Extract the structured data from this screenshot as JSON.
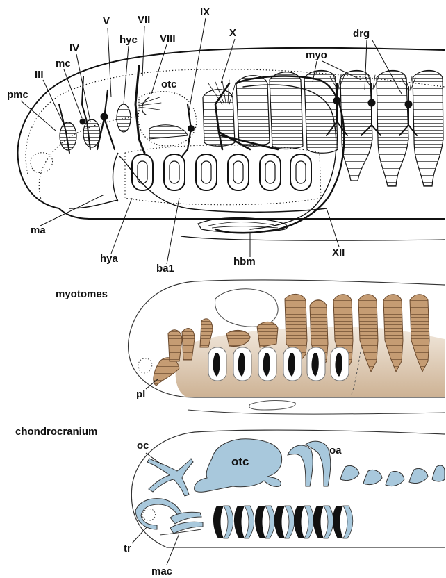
{
  "top_panel": {
    "labels": {
      "III": "III",
      "IV": "IV",
      "V": "V",
      "VII": "VII",
      "VIII": "VIII",
      "IX": "IX",
      "X": "X",
      "pmc": "pmc",
      "mc": "mc",
      "hyc": "hyc",
      "otc": "otc",
      "myo": "myo",
      "drg": "drg",
      "ma": "ma",
      "hya": "hya",
      "ba1": "ba1",
      "hbm": "hbm",
      "XII": "XII"
    }
  },
  "middle_panel": {
    "title": "myotomes",
    "labels": {
      "pl": "pl"
    }
  },
  "bottom_panel": {
    "title": "chondrocranium",
    "labels": {
      "oc": "oc",
      "otc": "otc",
      "oa": "oa",
      "tr": "tr",
      "mac": "mac"
    }
  },
  "colors": {
    "myotome_fill": "#c59c73",
    "body_tan": "#d8c2a8",
    "cartilage_blue": "#a8c8dc",
    "ink": "#111111"
  }
}
